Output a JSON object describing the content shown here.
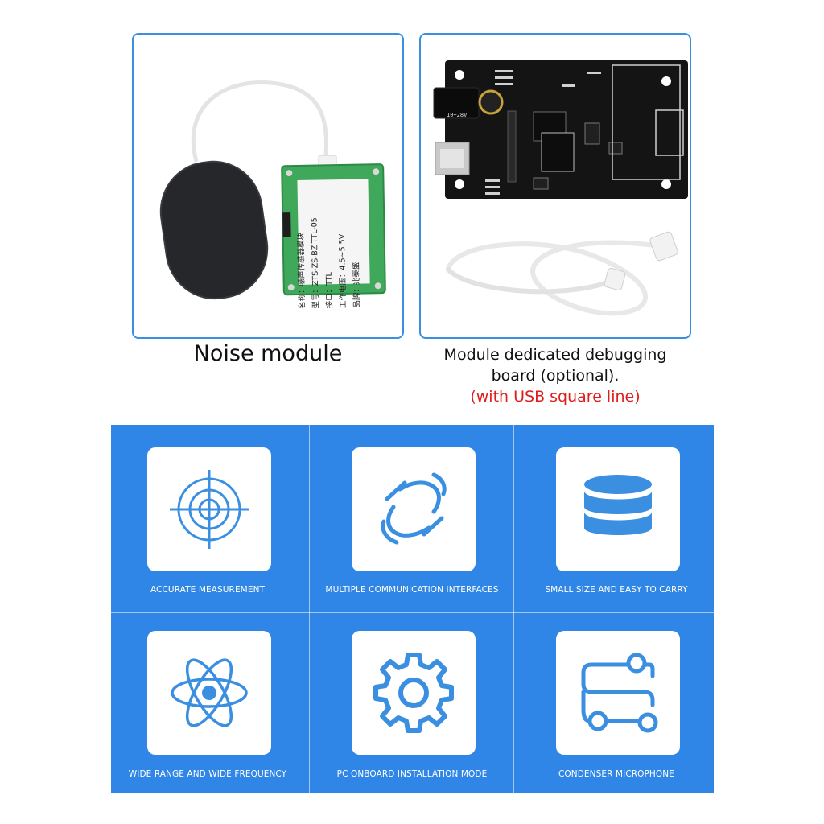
{
  "products": {
    "noise_caption": "Noise module",
    "board_caption_line1": "Module dedicated debugging",
    "board_caption_line2": "board (optional).",
    "board_caption_line3": "(with USB square line)",
    "module_label": {
      "line1": "名称：噪声传感器模块",
      "line2": "型号：ZTS-ZS-BZ-TTL-05",
      "line3": "接口：TTL",
      "line4": "工作电压：4.5~5.5V",
      "line5": "品牌：兆泰盛"
    },
    "board_silk_voltage": "10~28V"
  },
  "features": [
    {
      "label": "ACCURATE MEASUREMENT",
      "icon": "target-icon"
    },
    {
      "label": "MULTIPLE COMMUNICATION INTERFACES",
      "icon": "cable-icon"
    },
    {
      "label": "SMALL SIZE AND EASY TO CARRY",
      "icon": "database-icon"
    },
    {
      "label": "WIDE RANGE AND WIDE FREQUENCY",
      "icon": "atom-icon"
    },
    {
      "label": "PC ONBOARD INSTALLATION MODE",
      "icon": "gear-icon"
    },
    {
      "label": "CONDENSER MICROPHONE",
      "icon": "flow-icon"
    }
  ],
  "colors": {
    "panel_blue": "#2f86e6",
    "icon_blue": "#3b8fe0",
    "frame_blue": "#3b8fe0",
    "accent_red": "#e01d1d"
  }
}
